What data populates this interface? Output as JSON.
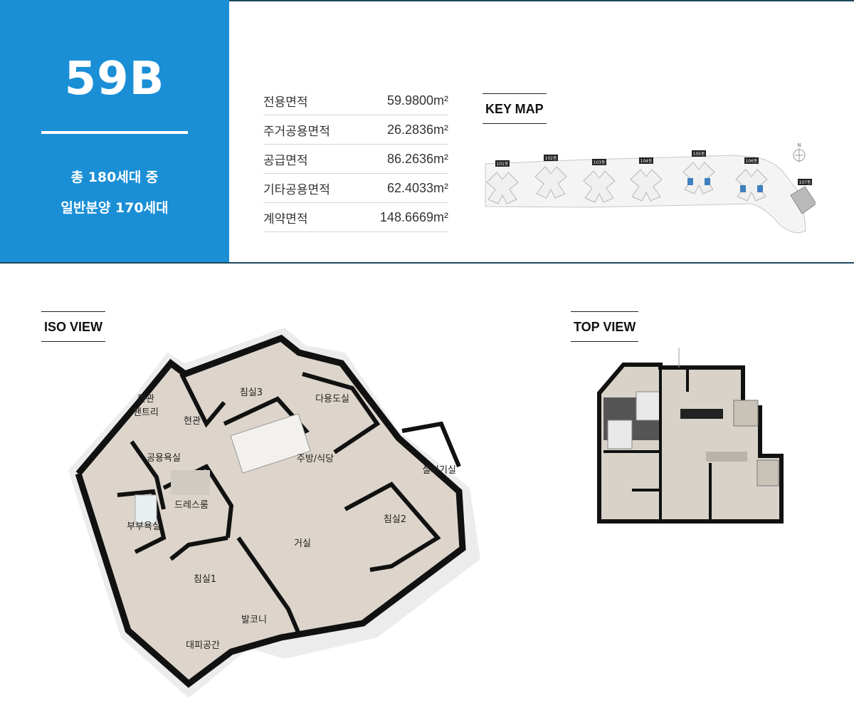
{
  "unit": {
    "type_name": "59B",
    "households_line1": "총 180세대 중",
    "households_line2": "일반분양 170세대"
  },
  "area_table": [
    {
      "label": "전용면적",
      "value": "59.9800m²"
    },
    {
      "label": "주거공용면적",
      "value": "26.2836m²"
    },
    {
      "label": "공급면적",
      "value": "86.2636m²"
    },
    {
      "label": "기타공용면적",
      "value": "62.4033m²"
    },
    {
      "label": "계약면적",
      "value": "148.6669m²"
    }
  ],
  "key_map": {
    "title": "KEY MAP",
    "compass": "N",
    "buildings": [
      "101동",
      "102동",
      "103동",
      "104동",
      "105동",
      "106동",
      "107동"
    ],
    "highlight_color": "#3f7fbf"
  },
  "iso_view": {
    "title": "ISO VIEW",
    "rooms": {
      "bedroom3": "침실3",
      "utility": "다용도실",
      "pantry": "현관\n팬트리",
      "entrance": "현관",
      "common_bath": "공용욕실",
      "kitchen": "주방/식당",
      "outdoor_unit": "실외기실",
      "dressroom": "드레스룸",
      "bedroom2": "침실2",
      "master_bath": "부부욕실",
      "living": "거실",
      "bedroom1": "침실1",
      "balcony": "발코니",
      "evacuation": "대피공간"
    }
  },
  "top_view": {
    "title": "TOP VIEW"
  },
  "colors": {
    "brand_blue": "#1a8fd6",
    "rule_dark": "#1d4a5f",
    "wall": "#111111",
    "floor": "#d9d2c8"
  }
}
